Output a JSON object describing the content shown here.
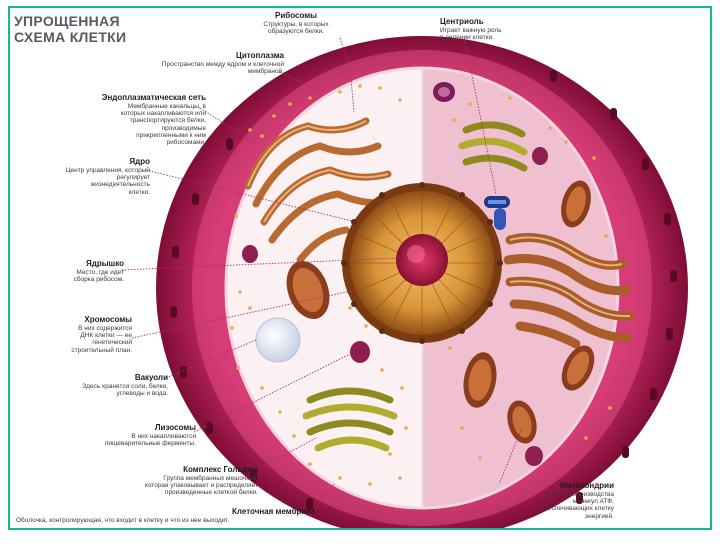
{
  "title": {
    "line1": "УПРОЩЕННАЯ",
    "line2": "СХЕМА КЛЕТКИ"
  },
  "labels": {
    "ribosomes": {
      "name": "Рибосомы",
      "desc1": "Структуры, в которых",
      "desc2": "образуются белки."
    },
    "cytoplasm": {
      "name": "Цитоплазма",
      "desc1": "Пространство между ядром и клеточной",
      "desc2": "мембраной."
    },
    "er": {
      "name": "Эндоплазматическая сеть",
      "desc1": "Мембранные канальцы, в",
      "desc2": "которых накапливаются или",
      "desc3": "транспортируются белки,",
      "desc4": "производимые",
      "desc5": "прикрепленными к ним",
      "desc6": "рибосомами."
    },
    "nucleus": {
      "name": "Ядро",
      "desc1": "Центр управления, который",
      "desc2": "регулирует",
      "desc3": "жизнедеятельность",
      "desc4": "клетки."
    },
    "nucleolus": {
      "name": "Ядрышко",
      "desc1": "Место, где идет",
      "desc2": "сборка рибосом."
    },
    "chromosomes": {
      "name": "Хромосомы",
      "desc1": "В них содержится",
      "desc2": "ДНК клетки — ее",
      "desc3": "генетический",
      "desc4": "строительный план."
    },
    "vacuoles": {
      "name": "Вакуоли",
      "desc1": "Здесь хранятся соли, белки,",
      "desc2": "углеводы и вода."
    },
    "lysosomes": {
      "name": "Лизосомы",
      "desc1": "В них накапливаются",
      "desc2": "пищеварительные ферменты."
    },
    "golgi": {
      "name": "Комплекс Гольджи",
      "desc1": "Группа мембранных мешочков,",
      "desc2": "которая упаковывает и распределяет",
      "desc3": "произведенные клеткой белки."
    },
    "membrane": {
      "name": "Клеточная мембрана",
      "desc1": "Оболочка, контролирующая, что входит в клетку и что из нее выходит."
    },
    "centriole": {
      "name": "Центриоль",
      "desc1": "Играет важную роль",
      "desc2": "в делении клетки."
    },
    "mitochondria": {
      "name": "Митохондрии",
      "desc1": "Центры производства",
      "desc2": "молекул АТФ,",
      "desc3": "обеспечивающих клетку",
      "desc4": "энергией."
    }
  },
  "colors": {
    "frame": "#15b895",
    "membrane_outer": "#a4134a",
    "membrane_ring": "#d23d7a",
    "cytoplasm_left": "#fbeef0",
    "cytoplasm_right": "#efbccb",
    "er": "#c27a3b",
    "nucleus": "#c98a2a",
    "nucleolus": "#b21746",
    "golgi": "#b4a630",
    "leader": "#b02a6a"
  }
}
